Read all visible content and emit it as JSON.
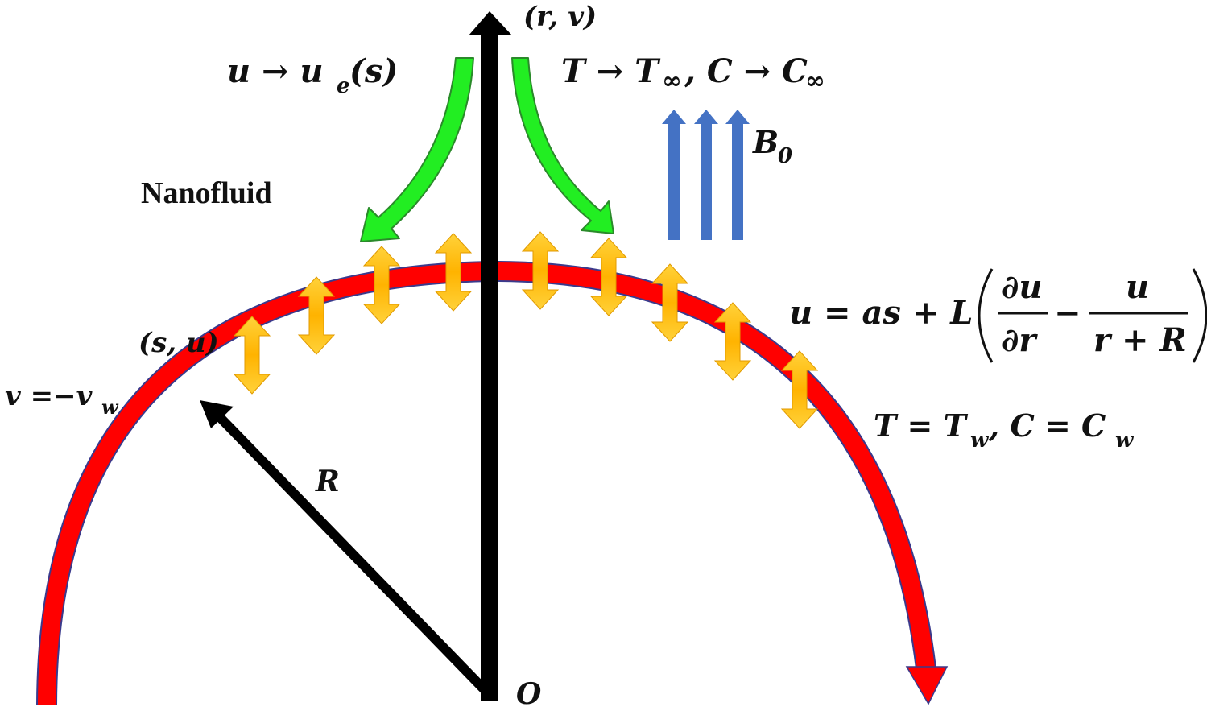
{
  "labels": {
    "axis_r_v": "(r, v)",
    "far_velocity": "u → u",
    "far_velocity_sub": "e",
    "far_velocity_arg": "(s)",
    "far_temp_a": "T → T",
    "far_temp_sub": "∞",
    "far_temp_b": ", C → C",
    "far_temp_sub2": "∞",
    "magnetic_field": "B",
    "magnetic_field_sub": "0",
    "fluid": "Nanofluid",
    "surface_coords": "(s, u)",
    "suction": "v =−v",
    "suction_sub": "w",
    "radius": "R",
    "origin": "O",
    "wall_temp_a": "T = T",
    "wall_temp_sub": "w",
    "wall_temp_b": ", C =  C",
    "wall_temp_sub2": "w",
    "slip_lhs": "u = as + L",
    "slip_num1": "∂u",
    "slip_den1": "∂r",
    "slip_minus": "−",
    "slip_num2": "u",
    "slip_den2": "r + R"
  },
  "colors": {
    "surface": "#ff0000",
    "surface_edge": "#3a3a8c",
    "inflow_arrow": "#22ee22",
    "inflow_edge": "#2a8a2a",
    "field_arrow": "#4472c4",
    "nanoparticle_arrow": "#ffc000",
    "axis": "#000000"
  },
  "icons": {
    "nanoparticle_motion": "double-headed-arrow",
    "inflow": "curved-arrow",
    "field": "up-arrow"
  }
}
